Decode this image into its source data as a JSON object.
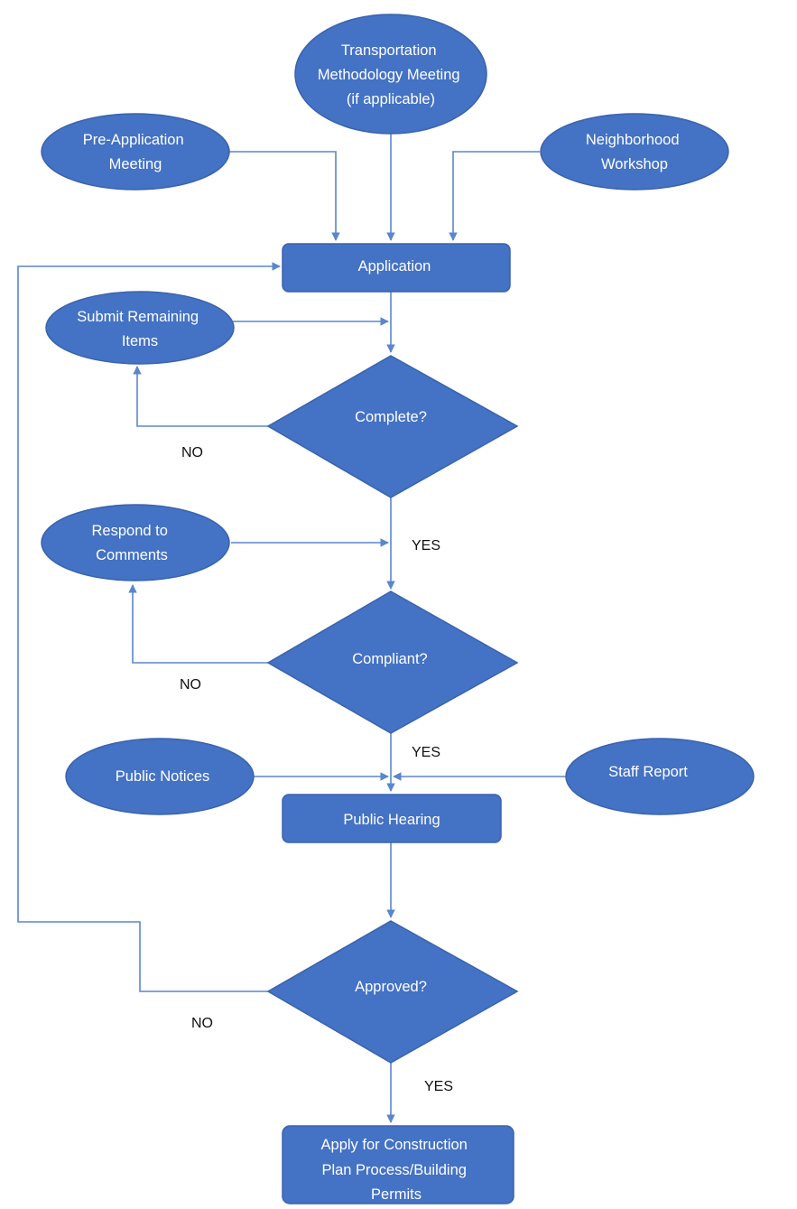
{
  "nodes": {
    "transportation_meeting": {
      "lines": [
        "Transportation",
        "Methodology Meeting",
        "(if applicable)"
      ]
    },
    "pre_application_meeting": {
      "lines": [
        "Pre-Application",
        "Meeting"
      ]
    },
    "neighborhood_workshop": {
      "lines": [
        "Neighborhood",
        "Workshop"
      ]
    },
    "application": {
      "lines": [
        "Application"
      ]
    },
    "submit_remaining_items": {
      "lines": [
        "Submit Remaining",
        "Items"
      ]
    },
    "complete_decision": {
      "lines": [
        "Complete?"
      ]
    },
    "respond_to_comments": {
      "lines": [
        "Respond to",
        "Comments"
      ]
    },
    "compliant_decision": {
      "lines": [
        "Compliant?"
      ]
    },
    "public_notices": {
      "lines": [
        "Public Notices"
      ]
    },
    "staff_report": {
      "lines": [
        "Staff Report"
      ]
    },
    "public_hearing": {
      "lines": [
        "Public Hearing"
      ]
    },
    "approved_decision": {
      "lines": [
        "Approved?"
      ]
    },
    "construction_permits": {
      "lines": [
        "Apply for Construction",
        "Plan Process/Building",
        "Permits"
      ]
    }
  },
  "branch_labels": {
    "complete_no": "NO",
    "complete_yes": "YES",
    "compliant_no": "NO",
    "compliant_yes": "YES",
    "approved_no": "NO",
    "approved_yes": "YES"
  },
  "colors": {
    "node_fill": "#4472C4",
    "node_stroke": "#3A63AD",
    "connector": "#5A86CE",
    "node_text": "#ffffff",
    "label_text": "#111111"
  }
}
